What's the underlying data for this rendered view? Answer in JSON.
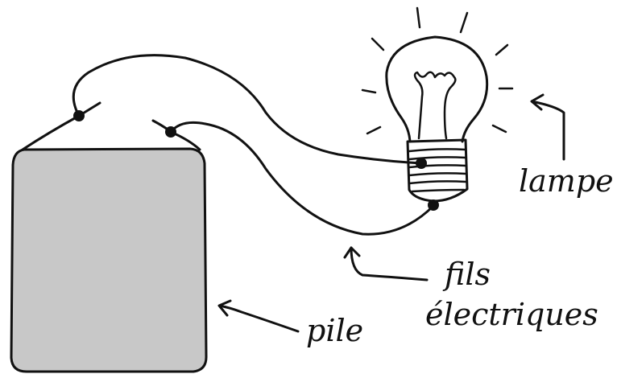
{
  "labels": {
    "lamp": "lampe",
    "wires_line1": "fils",
    "wires_line2": "électriques",
    "battery": "pile"
  },
  "colors": {
    "ink": "#111111",
    "battery_fill": "#c8c8c8",
    "background": "#ffffff"
  }
}
